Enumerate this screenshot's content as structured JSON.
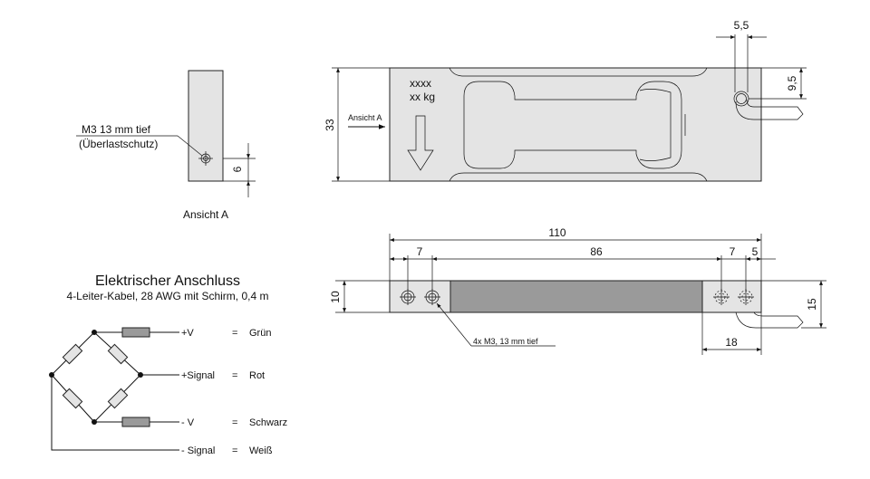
{
  "side_view": {
    "thread_label": "M3 13 mm tief",
    "thread_note": "(Überlastschutz)",
    "dim_height": "6",
    "caption": "Ansicht A"
  },
  "top_view": {
    "label_line1": "xxxx",
    "label_line2": "xx kg",
    "view_arrow_label": "Ansicht A",
    "dim_height": "33",
    "dim_hole_dia": "5,5",
    "dim_hole_offset": "9,5"
  },
  "front_view": {
    "dim_total": "110",
    "dim_left": "7",
    "dim_mid": "86",
    "dim_right": "7",
    "dim_edge": "5",
    "dim_height": "10",
    "dim_height_right": "15",
    "dim_cable": "18",
    "holes_label": "4x M3, 13 mm tief"
  },
  "connection": {
    "title": "Elektrischer Anschluss",
    "subtitle": "4-Leiter-Kabel, 28 AWG mit Schirm, 0,4 m",
    "wires": [
      {
        "signal": "+V",
        "eq": "=",
        "color": "Grün"
      },
      {
        "signal": "+Signal",
        "eq": "=",
        "color": "Rot"
      },
      {
        "signal": "- V",
        "eq": "=",
        "color": "Schwarz"
      },
      {
        "signal": "- Signal",
        "eq": "=",
        "color": "Weiß"
      }
    ]
  }
}
